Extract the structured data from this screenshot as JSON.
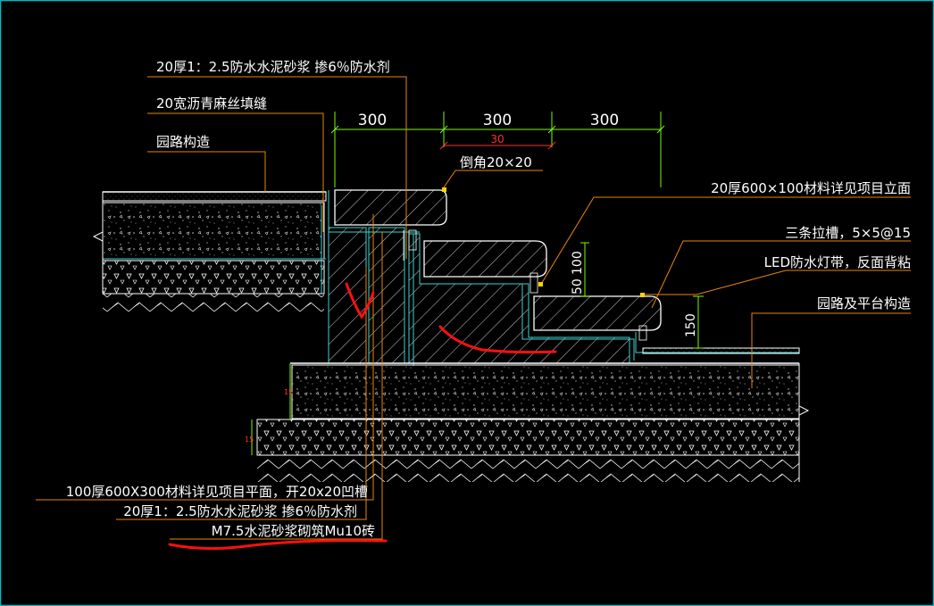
{
  "colors": {
    "background": "#000000",
    "outline": "#ffffff",
    "layer_cyan": "#3fd0d0",
    "dimension_green": "#7cfc00",
    "leader_orange": "#e8860c",
    "dim_red": "#ff3030",
    "markup_red": "#ff1010",
    "window_border": "#00b8c8"
  },
  "labels": {
    "top_mortar": "20厚1：2.5防水水泥砂浆 掺6％防水剂",
    "joint_fill": "20宽沥青麻丝填缝",
    "road_structure": "园路构造",
    "chamfer": "倒角20×20",
    "facing": "20厚600×100材料详见项目立面",
    "grooves": "三条拉槽，5×5@15",
    "led_strip": "LED防水灯带，反面背粘",
    "road_platform": "园路及平台构造",
    "bottom_slab": "100厚600X300材料详见项目平面，开20x20凹槽",
    "bottom_mortar": "20厚1：2.5防水水泥砂浆 掺6％防水剂",
    "masonry": "M7.5水泥砂浆砌筑Mu10砖"
  },
  "dimensions": {
    "top_1": "300",
    "top_2": "300",
    "top_3": "300",
    "sub": "30",
    "v_50": "50",
    "v_100": "100",
    "v_150": "150",
    "left_small_1": "15",
    "left_small_2": "15"
  }
}
